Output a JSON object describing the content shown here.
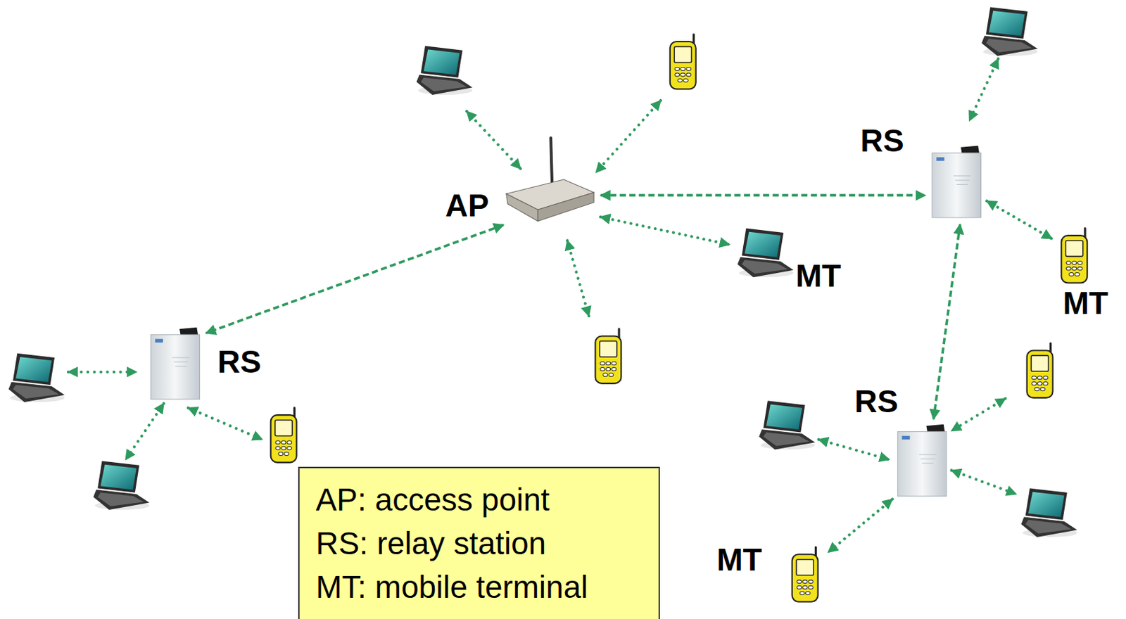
{
  "diagram": {
    "nodes": [
      {
        "text": [
          "AP"
        ]
      },
      {
        "text": [
          "RS"
        ]
      },
      {
        "text": [
          "MT"
        ]
      },
      {
        "text": [
          "MT"
        ]
      },
      {
        "text": [
          "RS"
        ]
      },
      {
        "text": [
          "RS"
        ]
      },
      {
        "text": [
          "AP: access point",
          "RS: relay station",
          "MT: mobile terminal"
        ]
      },
      {
        "text": [
          "MT"
        ]
      }
    ],
    "edges": [
      {
        "from": 0,
        "to": 4,
        "arrow": "both"
      },
      {
        "from": 0,
        "to": 1,
        "arrow": "both"
      },
      {
        "from": 1,
        "to": 5,
        "arrow": "both"
      },
      {
        "from": 0,
        "to": 2,
        "arrow": "both"
      },
      {
        "from": 1,
        "to": 3,
        "arrow": "both"
      },
      {
        "from": 5,
        "to": 7,
        "arrow": "both"
      }
    ]
  }
}
